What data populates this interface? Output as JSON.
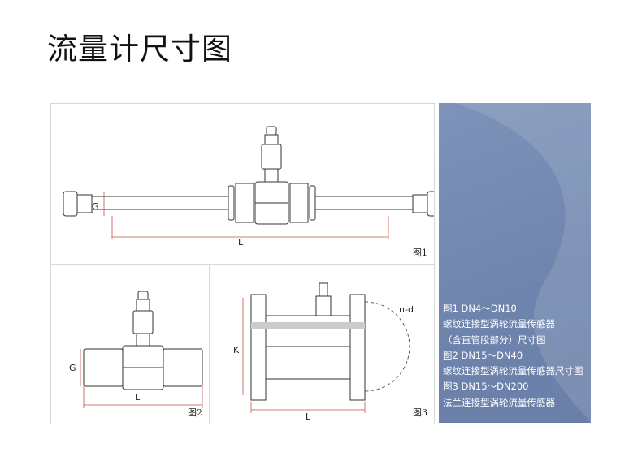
{
  "title": "流量计尺寸图",
  "figures": [
    {
      "caption": "图1",
      "labels": {
        "g": "G",
        "l": "L"
      }
    },
    {
      "caption": "图2",
      "labels": {
        "g": "G",
        "l": "L"
      }
    },
    {
      "caption": "图3",
      "labels": {
        "k": "K",
        "l": "L",
        "nd": "n-d"
      }
    }
  ],
  "description": [
    "图1  DN4～DN10",
    "螺纹连接型涡轮流量传感器",
    "（含直管段部分）尺寸图",
    "图2  DN15～DN40",
    "螺纹连接型涡轮流量传感器尺寸图",
    "图3  DN15～DN200",
    "法兰连接型涡轮流量传感器"
  ],
  "colors": {
    "panel_blue": "#7389b2",
    "dimension_red": "#c0504d"
  }
}
